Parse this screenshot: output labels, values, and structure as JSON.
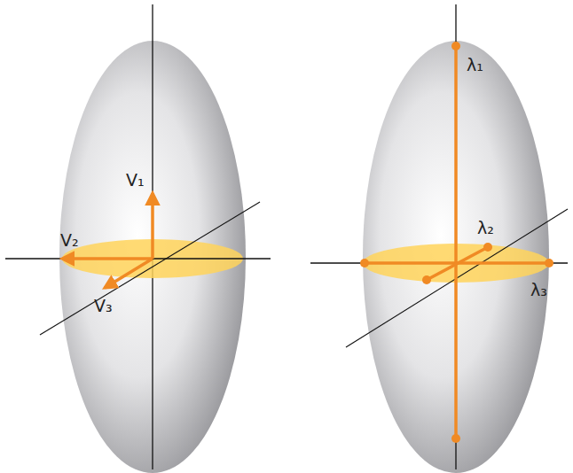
{
  "diagram": {
    "labels": [
      "V₁",
      "V₂",
      "V₃",
      "λ₁",
      "λ₂",
      "λ₃"
    ]
  }
}
